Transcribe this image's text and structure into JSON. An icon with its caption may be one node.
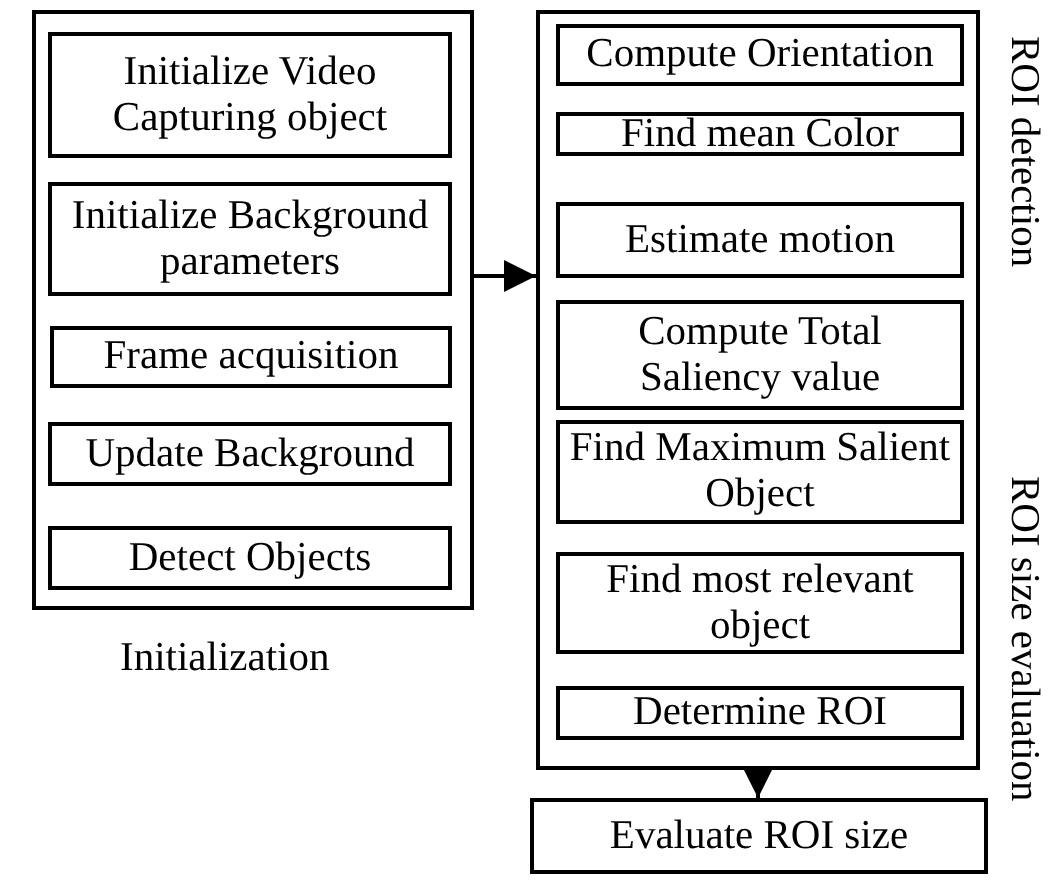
{
  "diagram": {
    "nodes": [
      {
        "text": [],
        "shape": "box",
        "beside": [
          "Initialization"
        ]
      },
      {
        "text": [
          "Initialize Video Capturing object"
        ],
        "in": 0
      },
      {
        "text": [
          "Initialize Background parameters"
        ],
        "in": 0
      },
      {
        "text": [
          "Frame acquisition"
        ],
        "in": 0
      },
      {
        "text": [
          "Update Background"
        ],
        "in": 0
      },
      {
        "text": [
          "Detect Objects"
        ],
        "in": 0
      },
      {
        "text": [],
        "shape": "box"
      },
      {
        "text": [
          "Compute Orientation"
        ],
        "in": 6
      },
      {
        "text": [
          "Find mean Color"
        ],
        "in": 6
      },
      {
        "text": [
          "Estimate motion"
        ],
        "in": 6
      },
      {
        "text": [
          "Compute Total Saliency value"
        ],
        "in": 6
      },
      {
        "text": [
          "Find Maximum Salient Object"
        ],
        "in": 6
      },
      {
        "text": [
          "Find most relevant object"
        ],
        "in": 6
      },
      {
        "text": [
          "Determine ROI"
        ],
        "in": 6
      },
      {
        "text": [
          "Evaluate ROI size"
        ]
      }
    ],
    "edges": [
      {
        "from": 0,
        "to": 6,
        "arrow": "to"
      },
      {
        "from": 6,
        "to": 14,
        "arrow": "to"
      }
    ],
    "labels": [
      "ROI detection",
      "ROI size evaluation"
    ]
  }
}
